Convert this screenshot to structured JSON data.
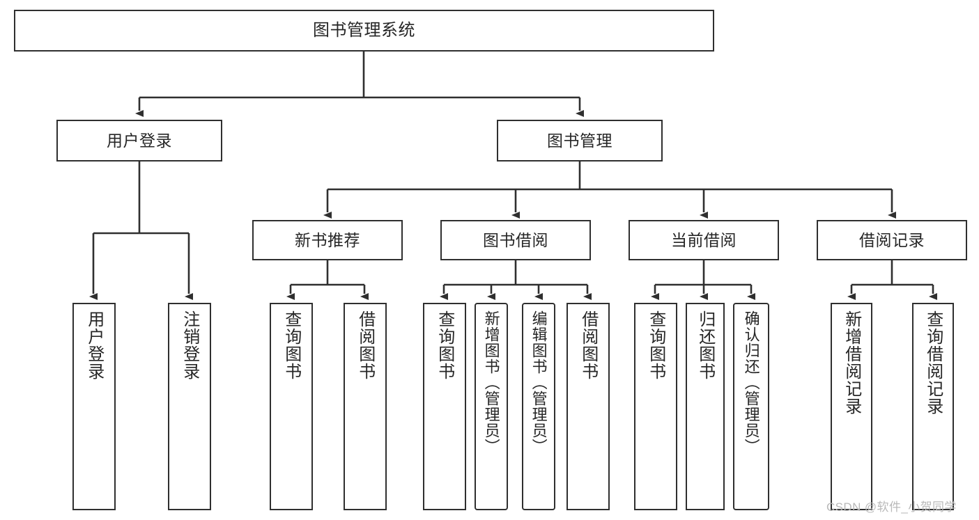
{
  "diagram": {
    "type": "tree-hierarchy",
    "title": "图书管理系统",
    "root": {
      "id": "root",
      "label": "图书管理系统"
    },
    "level1": [
      {
        "id": "user-login",
        "label": "用户登录"
      },
      {
        "id": "book-manage",
        "label": "图书管理"
      }
    ],
    "level2": [
      {
        "id": "new-book-rec",
        "label": "新书推荐",
        "parent": "book-manage"
      },
      {
        "id": "book-borrow",
        "label": "图书借阅",
        "parent": "book-manage"
      },
      {
        "id": "current-borrow",
        "label": "当前借阅",
        "parent": "book-manage"
      },
      {
        "id": "borrow-record",
        "label": "借阅记录",
        "parent": "book-manage"
      }
    ],
    "leaves": {
      "user_login": [
        {
          "id": "leaf-user-login",
          "label": "用户登录"
        },
        {
          "id": "leaf-logout",
          "label": "注销登录"
        }
      ],
      "new_book_rec": [
        {
          "id": "leaf-query-book-1",
          "label": "查询图书"
        },
        {
          "id": "leaf-borrow-book-1",
          "label": "借阅图书"
        }
      ],
      "book_borrow": [
        {
          "id": "leaf-query-book-2",
          "label": "查询图书"
        },
        {
          "id": "leaf-add-book",
          "label": "新增图书（管理员）"
        },
        {
          "id": "leaf-edit-book",
          "label": "编辑图书（管理员）"
        },
        {
          "id": "leaf-borrow-book-2",
          "label": "借阅图书"
        }
      ],
      "current_borrow": [
        {
          "id": "leaf-query-book-3",
          "label": "查询图书"
        },
        {
          "id": "leaf-return-book",
          "label": "归还图书"
        },
        {
          "id": "leaf-confirm-return",
          "label": "确认归还（管理员）"
        }
      ],
      "borrow_record": [
        {
          "id": "leaf-add-record",
          "label": "新增借阅记录"
        },
        {
          "id": "leaf-query-record",
          "label": "查询借阅记录"
        }
      ]
    },
    "colors": {
      "stroke": "#2f2f2f",
      "fill": "#ffffff",
      "text": "#262626",
      "watermark": "#b9b9b9"
    }
  },
  "watermark": {
    "text": "CSDN @软件_小贺同学"
  }
}
